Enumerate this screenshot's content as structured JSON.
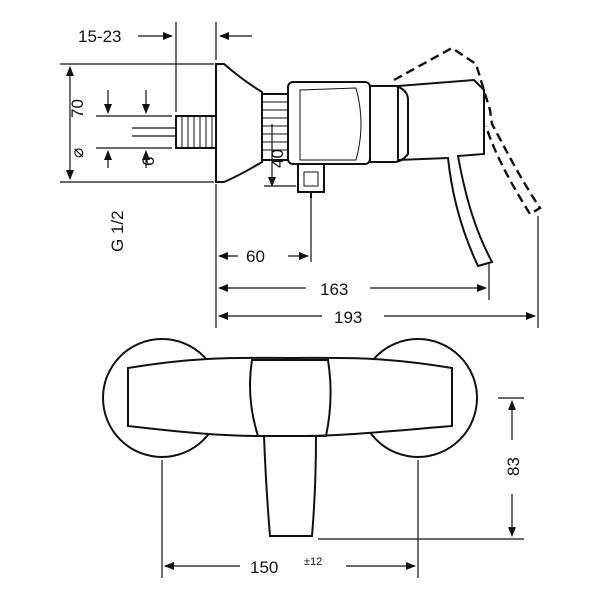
{
  "dimensions": {
    "projection": "15-23",
    "height_70": "70",
    "diameter_symbol": "⌀",
    "thread_depth": "6",
    "thread": "G 1/2",
    "outlet_40": "40",
    "centre_60": "60",
    "depth_163": "163",
    "depth_193": "193",
    "centres_150": "150",
    "tolerance": "±12",
    "height_83": "83"
  }
}
